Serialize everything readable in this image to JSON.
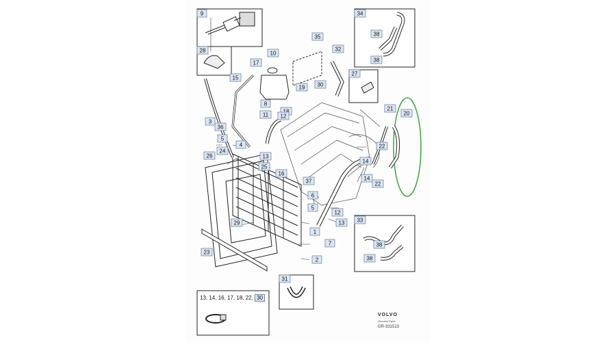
{
  "labels": {
    "p2": "2",
    "p3": "3",
    "p4": "4",
    "p5": "5",
    "p6": "6",
    "p7": "7",
    "p8": "8",
    "p9": "9",
    "p10": "10",
    "p11": "11",
    "p12": "12",
    "p13a": "13",
    "p13b": "13",
    "p14a": "14",
    "p14b": "14",
    "p15": "15",
    "p16": "16",
    "p17": "17",
    "p18": "18",
    "p19": "19",
    "p20": "20",
    "p21": "21",
    "p22a": "22",
    "p22b": "22",
    "p23": "23",
    "p24": "24",
    "p25": "25",
    "p26": "26",
    "p27": "27",
    "p28": "28",
    "p29": "29",
    "p30a": "30",
    "p31": "31",
    "p32": "32",
    "p33": "33",
    "p34": "34",
    "p35": "35",
    "p36": "36",
    "p37": "37",
    "p38a": "38",
    "p38b": "38",
    "p38c": "38",
    "p38d": "38",
    "p1": "1"
  },
  "clamp_caption_prefix": "13, 14, 16, 17, 18, 22,",
  "clamp_caption_boxed": "30",
  "brand": "VOLVO",
  "genuine": "Genuine Parts",
  "ref_code": "GR-331513",
  "colors": {
    "label_fill": "#dce6f2",
    "label_border": "#6f86a8",
    "highlight": "#3aa53a",
    "line": "#222222"
  }
}
